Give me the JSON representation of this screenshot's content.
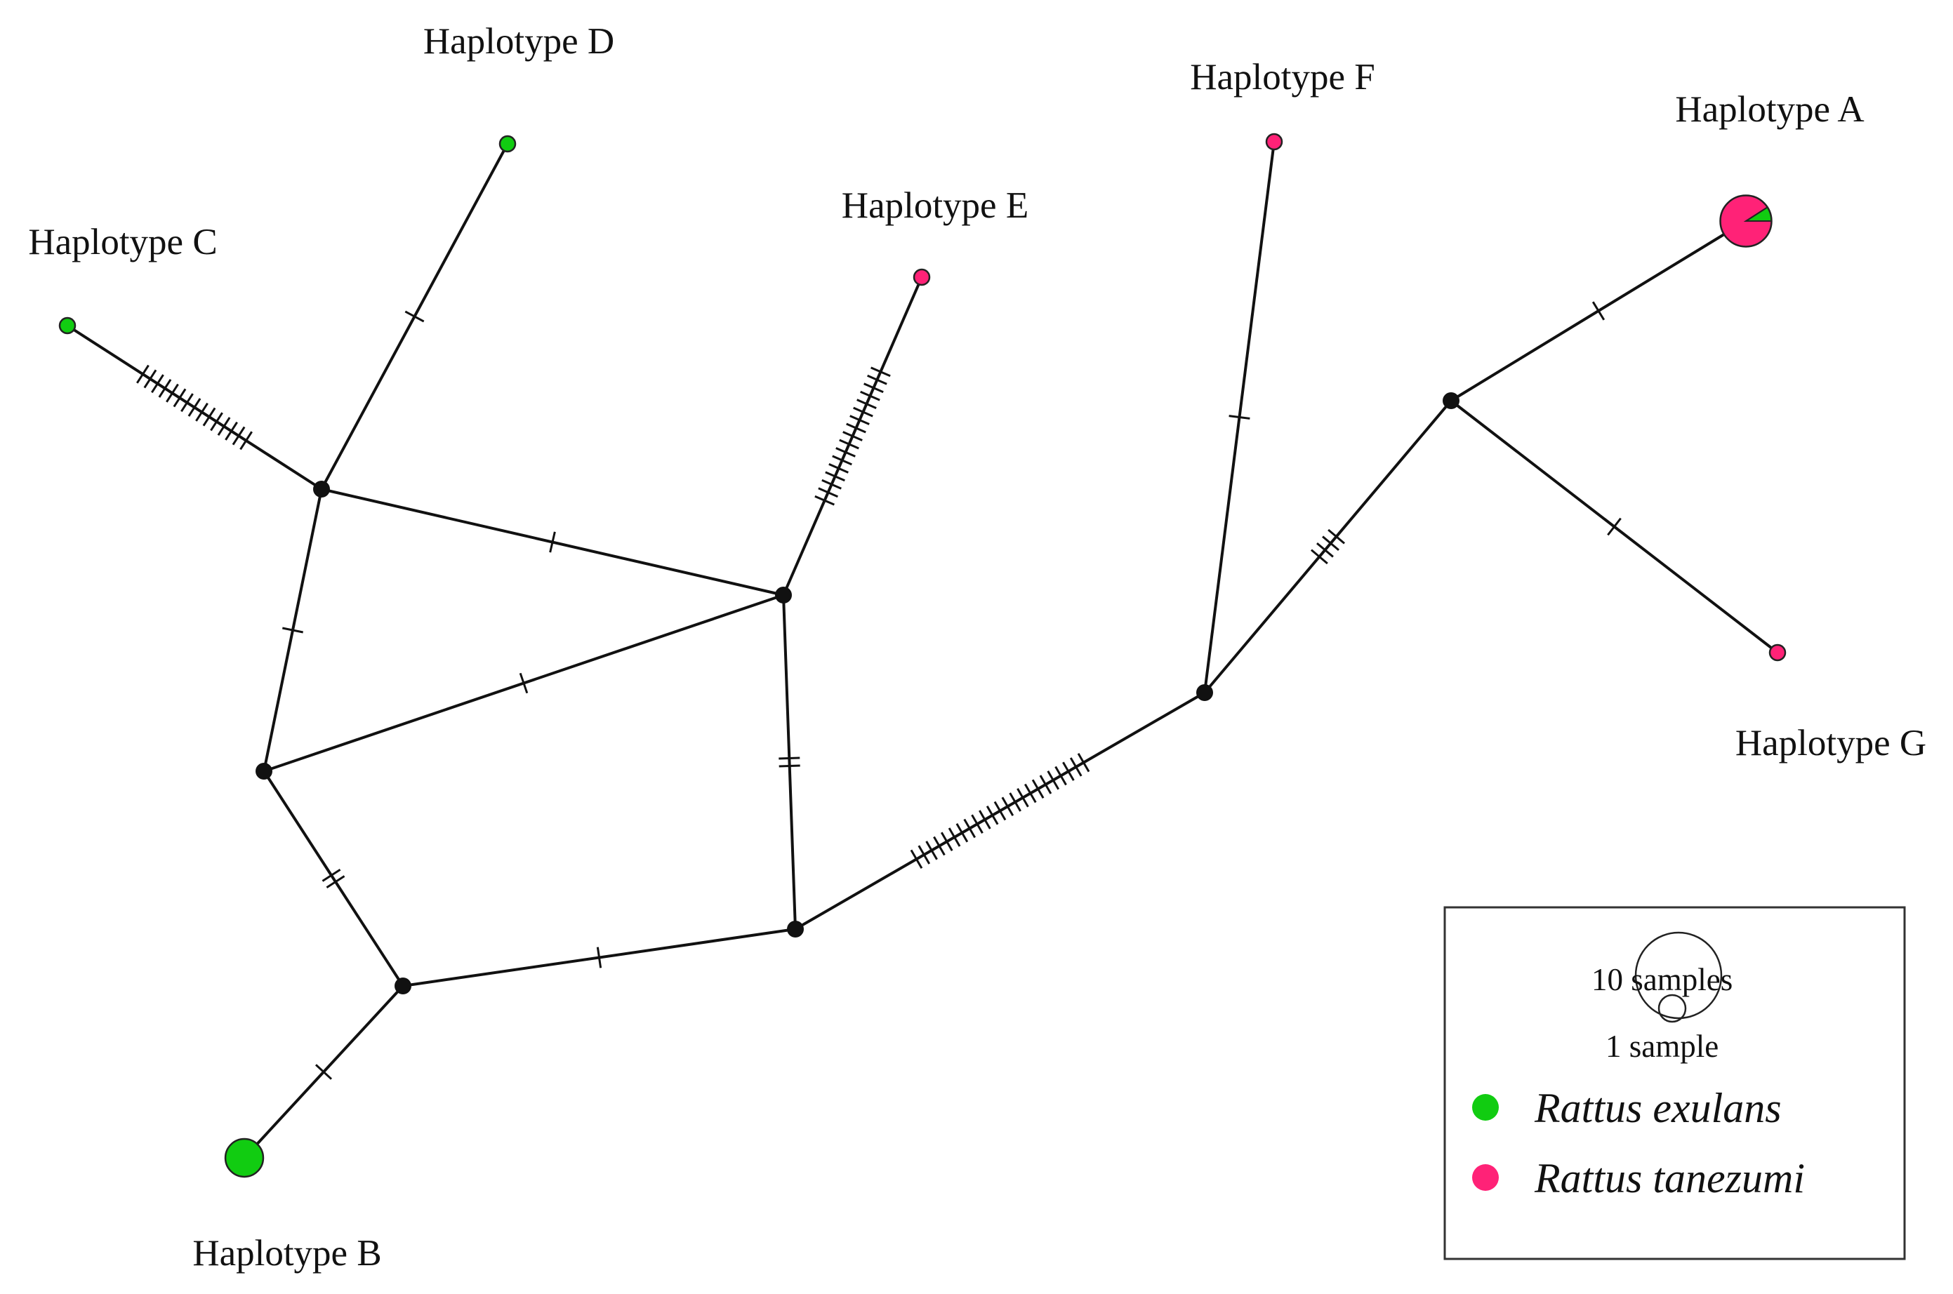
{
  "species_colors": {
    "exulans": "#11cc11",
    "tanezumi": "#ff2277"
  },
  "haplotypes": [
    {
      "id": "A",
      "label": "Haplotype A",
      "samples": 11,
      "composition": {
        "tanezumi": 10,
        "exulans": 1
      }
    },
    {
      "id": "B",
      "label": "Haplotype B",
      "samples": 6,
      "composition": {
        "exulans": 6
      }
    },
    {
      "id": "C",
      "label": "Haplotype C",
      "samples": 1,
      "composition": {
        "exulans": 1
      }
    },
    {
      "id": "D",
      "label": "Haplotype D",
      "samples": 1,
      "composition": {
        "exulans": 1
      }
    },
    {
      "id": "E",
      "label": "Haplotype E",
      "samples": 1,
      "composition": {
        "tanezumi": 1
      }
    },
    {
      "id": "F",
      "label": "Haplotype F",
      "samples": 1,
      "composition": {
        "tanezumi": 1
      }
    },
    {
      "id": "G",
      "label": "Haplotype G",
      "samples": 1,
      "composition": {
        "tanezumi": 1
      }
    }
  ],
  "edges": [
    {
      "from": "C",
      "to": "m1",
      "mutations": 15
    },
    {
      "from": "D",
      "to": "m1",
      "mutations": 1
    },
    {
      "from": "m1",
      "to": "m2",
      "mutations": 1
    },
    {
      "from": "m1",
      "to": "m3",
      "mutations": 1
    },
    {
      "from": "E",
      "to": "m2",
      "mutations": 17
    },
    {
      "from": "m3",
      "to": "m2",
      "mutations": 1
    },
    {
      "from": "m3",
      "to": "m4",
      "mutations": 2
    },
    {
      "from": "m2",
      "to": "m5",
      "mutations": 2
    },
    {
      "from": "m4",
      "to": "B",
      "mutations": 1
    },
    {
      "from": "m4",
      "to": "m5",
      "mutations": 1
    },
    {
      "from": "m5",
      "to": "m6",
      "mutations": 23
    },
    {
      "from": "m6",
      "to": "F",
      "mutations": 1
    },
    {
      "from": "m6",
      "to": "m7",
      "mutations": 4
    },
    {
      "from": "m7",
      "to": "A",
      "mutations": 1
    },
    {
      "from": "m7",
      "to": "G",
      "mutations": 1
    }
  ],
  "legend": {
    "size_large": "10 samples",
    "size_small": "1 sample",
    "species": [
      {
        "key": "exulans",
        "name": "Rattus exulans"
      },
      {
        "key": "tanezumi",
        "name": "Rattus tanezumi"
      }
    ]
  }
}
